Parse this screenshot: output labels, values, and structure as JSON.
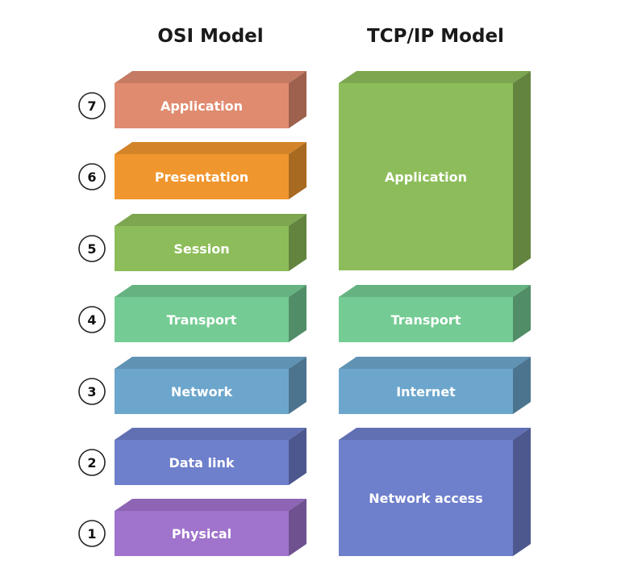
{
  "headings": {
    "osi": "OSI Model",
    "tcpip": "TCP/IP Model"
  },
  "osi_layers": [
    {
      "number": "7",
      "name": "Application",
      "color": "#E08B70"
    },
    {
      "number": "6",
      "name": "Presentation",
      "color": "#F0962E"
    },
    {
      "number": "5",
      "name": "Session",
      "color": "#8DBD5A"
    },
    {
      "number": "4",
      "name": "Transport",
      "color": "#74CB93"
    },
    {
      "number": "3",
      "name": "Network",
      "color": "#6DA6CC"
    },
    {
      "number": "2",
      "name": "Data link",
      "color": "#6E7FCB"
    },
    {
      "number": "1",
      "name": "Physical",
      "color": "#A073CC"
    }
  ],
  "tcpip_layers": [
    {
      "name": "Application",
      "color": "#8DBD5A"
    },
    {
      "name": "Transport",
      "color": "#74CB93"
    },
    {
      "name": "Internet",
      "color": "#6DA6CC"
    },
    {
      "name": "Network access",
      "color": "#6E7FCB"
    }
  ]
}
